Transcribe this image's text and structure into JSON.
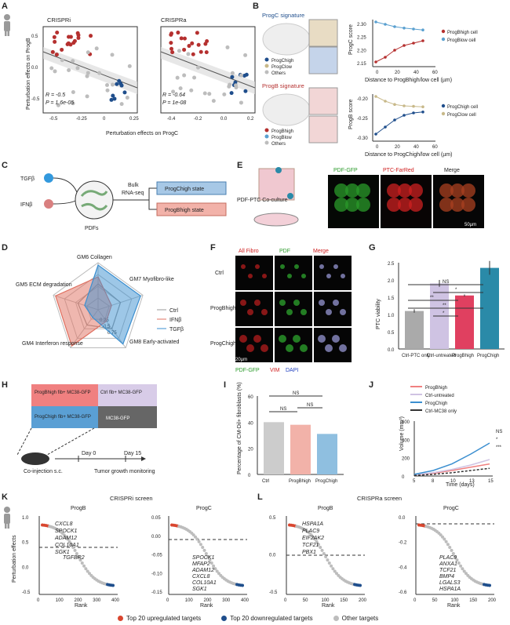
{
  "panels": {
    "A": {
      "letter": "A",
      "left_title": "CRISPRi",
      "right_title": "CRISPRa",
      "ylabel": "Perturbation effects on ProgB",
      "xlabel": "Perturbation effects on ProgC",
      "left_stats": {
        "r": "R = -0.5",
        "p": "P = 1.6e-05"
      },
      "right_stats": {
        "r": "R = -0.64",
        "p": "P = 1e-08"
      },
      "left_xticks": [
        "-0.5",
        "-0.25",
        "0",
        "0.25"
      ],
      "left_yticks": [
        "0.5",
        "0.0",
        "-0.5"
      ],
      "right_xticks": [
        "-0.4",
        "-0.2",
        "0.0",
        "0.2"
      ]
    },
    "B": {
      "letter": "B",
      "sig1": "ProgC signature",
      "sig2": "ProgB signature",
      "legend1": [
        "ProgChigh",
        "ProgClow",
        "Others"
      ],
      "legend2": [
        "ProgBhigh",
        "ProgBlow",
        "Others"
      ],
      "chart1": {
        "ylabel": "ProgC score",
        "xlabel": "Distance to ProgBhigh/low cell (µm)",
        "yticks": [
          "2.30",
          "2.25",
          "2.20",
          "2.15"
        ],
        "xticks": [
          "0",
          "20",
          "40",
          "60"
        ],
        "series": [
          "ProgBhigh cell",
          "ProgBlow cell"
        ]
      },
      "chart2": {
        "ylabel": "ProgB score",
        "xlabel": "Distance to ProgChigh/low cell (µm)",
        "yticks": [
          "-0.20",
          "-0.25",
          "-0.30"
        ],
        "xticks": [
          "0",
          "20",
          "40",
          "60"
        ],
        "series": [
          "ProgChigh cell",
          "ProgClow cell"
        ]
      }
    },
    "C": {
      "letter": "C",
      "tgf": "TGFβ",
      "ifn": "IFNβ",
      "pdfs": "PDFs",
      "bulk": "Bulk",
      "rnaseq": "RNA-seq",
      "state1": "ProgChigh state",
      "state2": "ProgBhigh state"
    },
    "D": {
      "letter": "D",
      "axes": [
        "GM6 Collagen",
        "GM7 Myofibro-like",
        "GM8 Early-activated",
        "GM4 Interferon response",
        "GM5 ECM degradation"
      ],
      "rings": [
        "0.25",
        "0.5",
        "0.75"
      ],
      "legend": [
        "Ctrl",
        "IFNβ",
        "TGFβ"
      ]
    },
    "E": {
      "letter": "E",
      "coculture": "PDF-PTC Co-culture",
      "labels": [
        "PDF-GFP",
        "PTC-FarRed",
        "Merge"
      ],
      "scale": "50µm"
    },
    "F": {
      "letter": "F",
      "cols": [
        "All Fibro",
        "PDF",
        "Merge"
      ],
      "rows": [
        "Ctrl",
        "ProgBhigh",
        "ProgChigh"
      ],
      "scale": "20µm",
      "foot": [
        "PDF-GFP",
        "VIM",
        "DAPI"
      ]
    },
    "G": {
      "letter": "G",
      "ylabel": "PTC viability",
      "yticks": [
        "2.5",
        "2.0",
        "1.5",
        "1.0",
        "0.5",
        "0.0"
      ],
      "cats": [
        "Ctrl-PTC only",
        "Ctrl-untreated",
        "ProgBhigh",
        "ProgChigh"
      ],
      "sig": [
        "NS",
        "*",
        "**",
        "**",
        "*"
      ]
    },
    "H": {
      "letter": "H",
      "boxes": [
        "ProgBhigh fib+ MC38-GFP",
        "Ctrl fib+ MC38-GFP",
        "ProgChigh fib+ MC38-GFP",
        "MC38-GFP"
      ],
      "day0": "Day 0",
      "day15": "Day 15",
      "coinj": "Co-injection s.c.",
      "monitor": "Tumor growth monitoring"
    },
    "I": {
      "letter": "I",
      "ylabel": "Percentage of CM-Dil+ fibroblasts (%)",
      "yticks": [
        "60",
        "40",
        "20",
        "0"
      ],
      "cats": [
        "Ctrl",
        "ProgBhigh",
        "ProgChigh"
      ],
      "sig": [
        "NS",
        "NS",
        "NS"
      ]
    },
    "J": {
      "letter": "J",
      "legend": [
        "ProgBhigh",
        "Ctrl-untreated",
        "ProgChigh",
        "Ctrl-MC38 only"
      ],
      "ylabel": "Volume (mm³)",
      "xlabel": "Time (days)",
      "yticks": [
        "600",
        "400",
        "200",
        "0"
      ],
      "xticks": [
        "5",
        "8",
        "10",
        "13",
        "15"
      ],
      "sig": [
        "NS",
        "*",
        "***"
      ]
    },
    "K": {
      "letter": "K",
      "title": "CRISPRi screen",
      "sub1": "ProgB",
      "sub2": "ProgC",
      "ylabel": "Perturbation effects",
      "xlabel": "Rank",
      "genes1": [
        "CXCL8",
        "SPOCK1",
        "ADAM12",
        "COL10A1",
        "SGK1",
        "TGFBR2"
      ],
      "genes2": [
        "SPOCK1",
        "MFAP2",
        "ADAM12",
        "CXCL8",
        "COL10A1",
        "SGK1"
      ],
      "yticks1": [
        "1.0",
        "0.5",
        "0.0",
        "-0.5"
      ],
      "yticks2": [
        "0.05",
        "0.00",
        "-0.05",
        "-0.10",
        "-0.15"
      ],
      "xticks": [
        "0",
        "100",
        "200",
        "300",
        "400"
      ]
    },
    "L": {
      "letter": "L",
      "title": "CRISPRa screen",
      "sub1": "ProgB",
      "sub2": "ProgC",
      "xlabel": "Rank",
      "genes1": [
        "HSPA1A",
        "PLAC9",
        "EIF2AK2",
        "TCF21",
        "PBX1"
      ],
      "genes2": [
        "PLAC9",
        "ANXA1",
        "TCF21",
        "BMP4",
        "LGALS3",
        "HSPA1A"
      ],
      "yticks1": [
        "0.5",
        "0.0",
        "-0.5"
      ],
      "yticks2": [
        "0.0",
        "-0.2",
        "-0.4",
        "-0.6"
      ],
      "xticks": [
        "0",
        "50",
        "100",
        "150",
        "200"
      ]
    }
  },
  "bottom_legend": [
    {
      "label": "Top 20 upregulated targets",
      "color": "#d9462f"
    },
    {
      "label": "Top 20 downregulated targets",
      "color": "#1f4e8c"
    },
    {
      "label": "Other targets",
      "color": "#bdbdbd"
    }
  ],
  "colors": {
    "red": "#b5302f",
    "blue": "#1f4e8c",
    "gray": "#bdbdbd",
    "lightblue": "#5aa0d0",
    "tan": "#c8b98a",
    "pink": "#e9a4a4",
    "lavender": "#cfc3e3",
    "teal": "#2a8aa8"
  }
}
